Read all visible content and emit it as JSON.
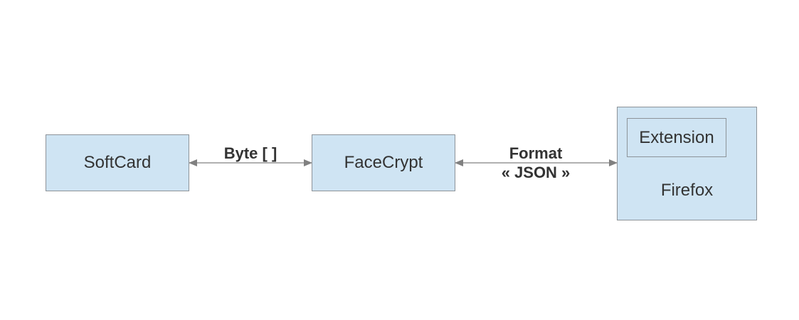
{
  "nodes": {
    "softcard": {
      "label": "SoftCard"
    },
    "facecrypt": {
      "label": "FaceCrypt"
    },
    "firefox": {
      "label": "Firefox",
      "child": {
        "label": "Extension"
      }
    }
  },
  "edges": {
    "softcard_facecrypt": {
      "label": "Byte [ ]"
    },
    "facecrypt_firefox": {
      "label_line1": "Format",
      "label_line2": "« JSON »"
    }
  },
  "colors": {
    "box_fill": "#cfe4f3",
    "box_border": "#8d9399",
    "text": "#333333",
    "arrow": "#808080"
  }
}
